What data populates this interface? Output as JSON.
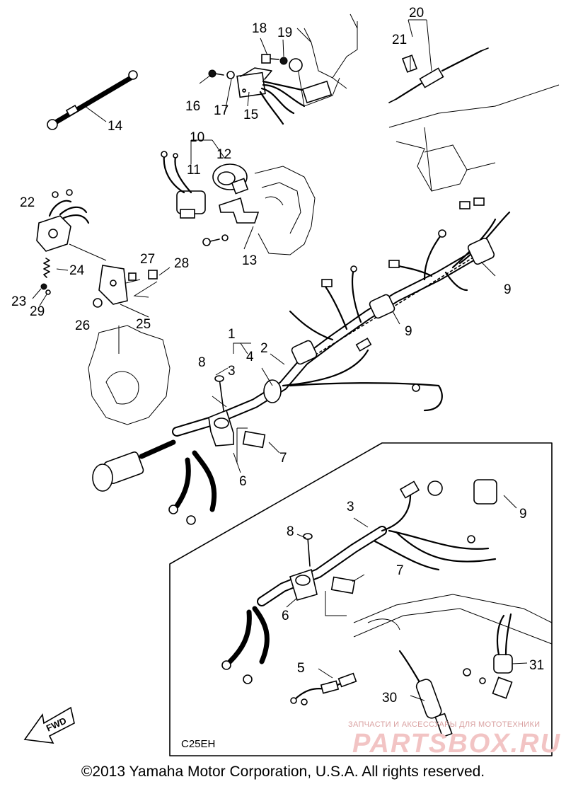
{
  "callouts": [
    {
      "id": "c1",
      "text": "1"
    },
    {
      "id": "c2",
      "text": "2"
    },
    {
      "id": "c3",
      "text": "3"
    },
    {
      "id": "c4",
      "text": "4"
    },
    {
      "id": "c5",
      "text": "5"
    },
    {
      "id": "c6",
      "text": "6"
    },
    {
      "id": "c7",
      "text": "7"
    },
    {
      "id": "c8",
      "text": "8"
    },
    {
      "id": "c9",
      "text": "9"
    },
    {
      "id": "c10",
      "text": "10"
    },
    {
      "id": "c11",
      "text": "11"
    },
    {
      "id": "c12",
      "text": "12"
    },
    {
      "id": "c13",
      "text": "13"
    },
    {
      "id": "c14",
      "text": "14"
    },
    {
      "id": "c15",
      "text": "15"
    },
    {
      "id": "c16",
      "text": "16"
    },
    {
      "id": "c17",
      "text": "17"
    },
    {
      "id": "c18",
      "text": "18"
    },
    {
      "id": "c19",
      "text": "19"
    },
    {
      "id": "c20",
      "text": "20"
    },
    {
      "id": "c21",
      "text": "21"
    },
    {
      "id": "c22",
      "text": "22"
    },
    {
      "id": "c23",
      "text": "23"
    },
    {
      "id": "c24",
      "text": "24"
    },
    {
      "id": "c25",
      "text": "25"
    },
    {
      "id": "c26",
      "text": "26"
    },
    {
      "id": "c27",
      "text": "27"
    },
    {
      "id": "c28",
      "text": "28"
    },
    {
      "id": "c29",
      "text": "29"
    },
    {
      "id": "c30",
      "text": "30"
    },
    {
      "id": "c31",
      "text": "31"
    }
  ],
  "inset_callouts": {
    "i3": "3",
    "i5": "5",
    "i6": "6",
    "i7": "7",
    "i8": "8",
    "i9": "9"
  },
  "direction_label": "FWD",
  "inset_code": "C25EH",
  "copyright": "©2013 Yamaha Motor Corporation, U.S.A. All rights reserved.",
  "watermark": {
    "line1": "ЗАПЧАСТИ И АКСЕССУАРЫ ДЛЯ МОТОТЕХНИКИ",
    "logo": "PARTSBOX.RU"
  }
}
